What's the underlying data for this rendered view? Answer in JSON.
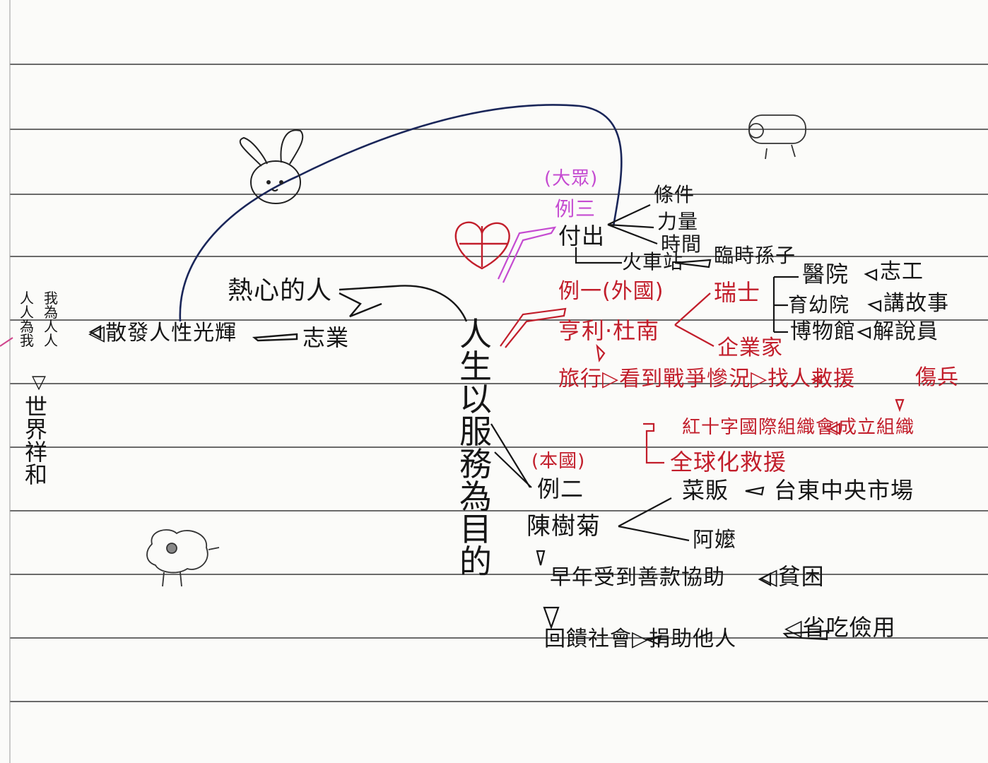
{
  "colors": {
    "paper": "#fbfbf9",
    "rule": "#3a3a3a",
    "ink": "#161616",
    "red": "#c21e2b",
    "purple": "#c54bd1",
    "navy": "#1a2659"
  },
  "center": {
    "text": "人生以服務為目的"
  },
  "left": {
    "row": "◁散發人性光輝",
    "motto": [
      "我為人人",
      "人人為我"
    ],
    "arrow": "▽",
    "result": "世界祥和",
    "enthusiast": "熱心的人",
    "career": "志業"
  },
  "ex3": {
    "tag": "(大眾)",
    "label": "例三",
    "give": "付出",
    "items": [
      "條件",
      "力量",
      "時間"
    ],
    "station": "火車站",
    "temp": "臨時孫子",
    "places": [
      {
        "place": "醫院",
        "role": "志工"
      },
      {
        "place": "育幼院",
        "role": "講故事"
      },
      {
        "place": "博物館",
        "role": "解說員"
      }
    ]
  },
  "ex1": {
    "label": "例一(外國)",
    "person": "亨利·杜南",
    "country": "瑞士",
    "job": "企業家",
    "chain": "旅行▷看到戰爭慘況▷找人救援",
    "wounded": "傷兵",
    "org": "紅十字國際組織會",
    "found": "◁成立組織",
    "global": "全球化救援"
  },
  "ex2": {
    "tag": "(本國)",
    "label": "例二",
    "person": "陳樹菊",
    "vendor": "菜販",
    "market": "台東中央市場",
    "aunt": "阿嬤",
    "help": "早年受到善款協助",
    "poor": "◁貧困",
    "repay": "回饋社會▷捐助他人",
    "frugal": "◁省吃儉用"
  }
}
